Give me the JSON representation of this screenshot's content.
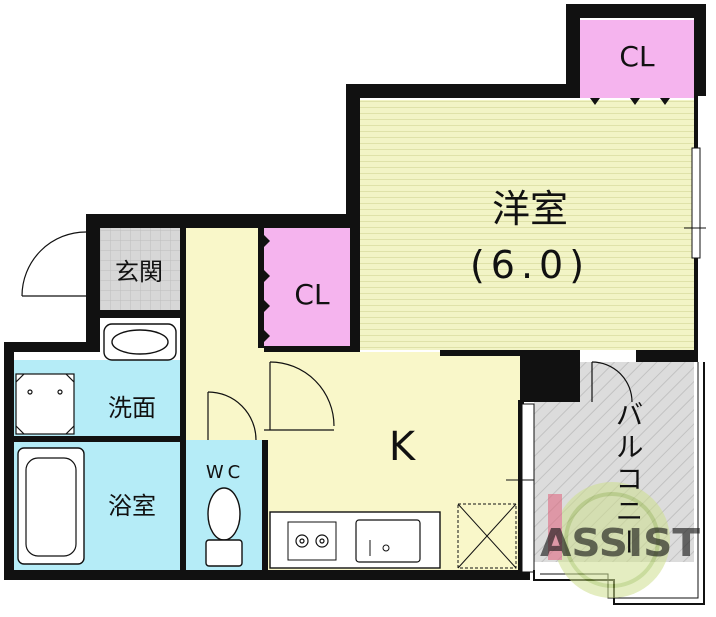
{
  "rooms": {
    "western_room": {
      "name": "洋室",
      "size": "(6.0)"
    },
    "closet_top": "CL",
    "closet_mid": "CL",
    "entrance": "玄関",
    "washroom": "洗面",
    "bathroom": "浴室",
    "toilet": "WC",
    "kitchen": "K",
    "balcony": "バルコニー"
  },
  "watermark": "ASSIST",
  "colors": {
    "western_room": "#f2f4c6",
    "closet": "#f5b4ee",
    "wet_area": "#b5ecf7",
    "corridor_kitchen": "#f9f7c9",
    "entrance_tile": "#d7d7d7",
    "balcony": "#d9d9d9",
    "wall": "#111111"
  }
}
